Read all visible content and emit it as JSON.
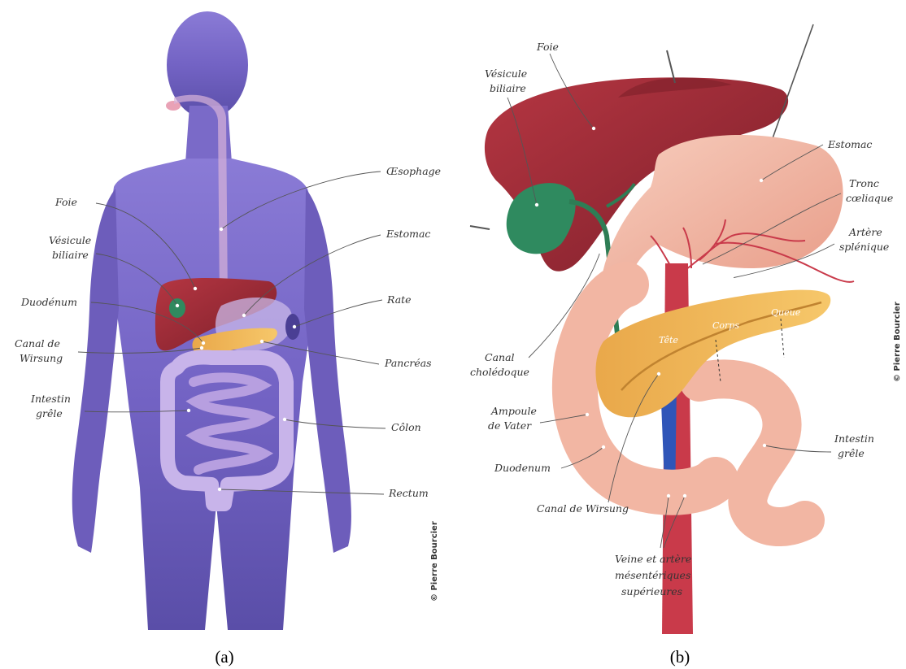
{
  "panel_a": {
    "caption": "(a)",
    "credit": "© Pierre Bourcier",
    "labels": {
      "oesophage": "Œsophage",
      "foie": "Foie",
      "estomac": "Estomac",
      "vesicule_1": "Vésicule",
      "vesicule_2": "biliaire",
      "duodenum": "Duodénum",
      "rate": "Rate",
      "canal_1": "Canal de",
      "canal_2": "Wirsung",
      "pancreas": "Pancréas",
      "intestin_1": "Intestin",
      "intestin_2": "grêle",
      "colon": "Côlon",
      "rectum": "Rectum"
    }
  },
  "panel_b": {
    "caption": "(b)",
    "credit": "© Pierre Bourcier",
    "labels": {
      "foie": "Foie",
      "vesicule_1": "Vésicule",
      "vesicule_2": "biliaire",
      "estomac": "Estomac",
      "tronc_1": "Tronc",
      "tronc_2": "cœliaque",
      "artere_1": "Artère",
      "artere_2": "splénique",
      "queue": "Queue",
      "corps": "Corps",
      "tete": "Tête",
      "choledoque_1": "Canal",
      "choledoque_2": "cholédoque",
      "ampoule_1": "Ampoule",
      "ampoule_2": "de Vater",
      "duodenum": "Duodenum",
      "intestin_1": "Intestin",
      "intestin_2": "grêle",
      "wirsung": "Canal de Wirsung",
      "veine_1": "Veine et artère",
      "veine_2": "mésentériques",
      "veine_3": "supérieures"
    }
  },
  "colors": {
    "body": "#7a6ac8",
    "liver": "#9b2a35",
    "gallbladder": "#2f8a5f",
    "stomach": "#f2b6a3",
    "pancreas": "#f0b54a",
    "intestine": "#c8b4ea",
    "artery": "#c93a4a",
    "vein": "#2f55b8"
  }
}
